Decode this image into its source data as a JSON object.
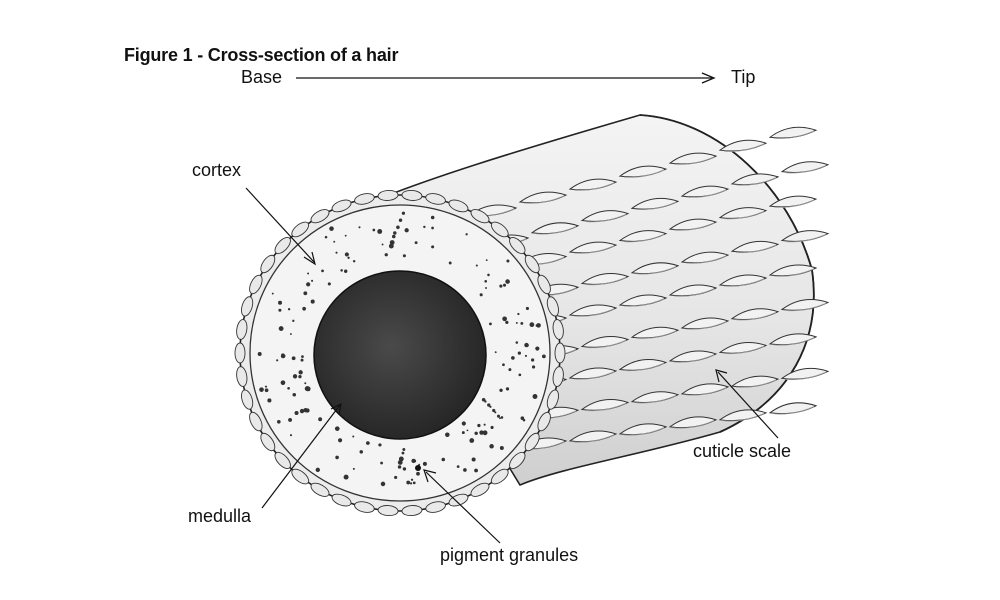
{
  "figure": {
    "title": "Figure 1 - Cross-section of a hair",
    "direction": {
      "start": "Base",
      "end": "Tip"
    },
    "labels": {
      "cortex": "cortex",
      "medulla": "medulla",
      "pigment_granules": "pigment granules",
      "cuticle_scale": "cuticle scale"
    }
  }
}
